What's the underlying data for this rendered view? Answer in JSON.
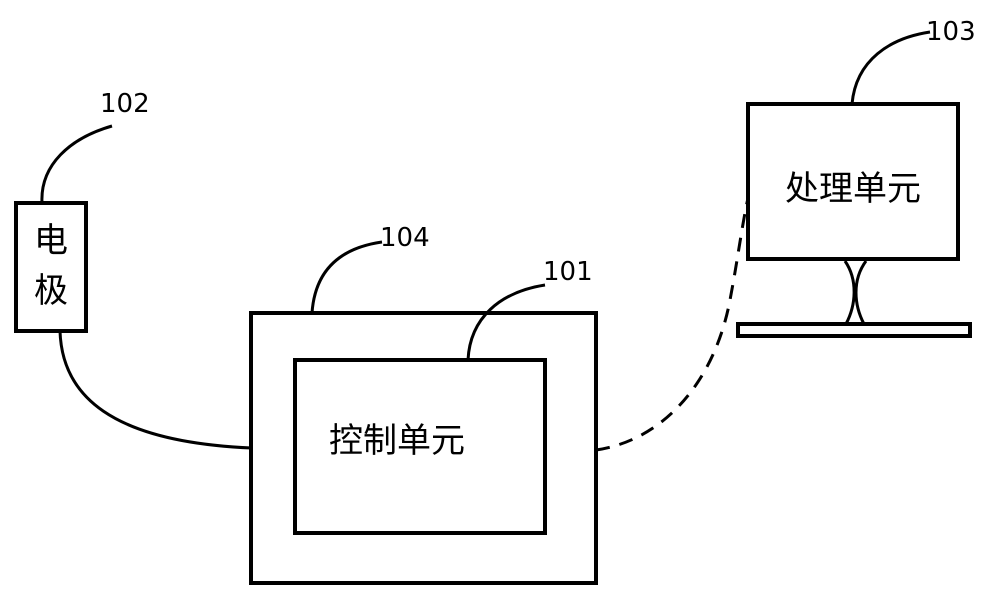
{
  "electrode": {
    "ref": "102",
    "label_line1": "电",
    "label_line2": "极"
  },
  "housing": {
    "ref": "104"
  },
  "control_unit": {
    "ref": "101",
    "label": "控制单元"
  },
  "processing_unit": {
    "ref": "103",
    "label": "处理单元"
  }
}
